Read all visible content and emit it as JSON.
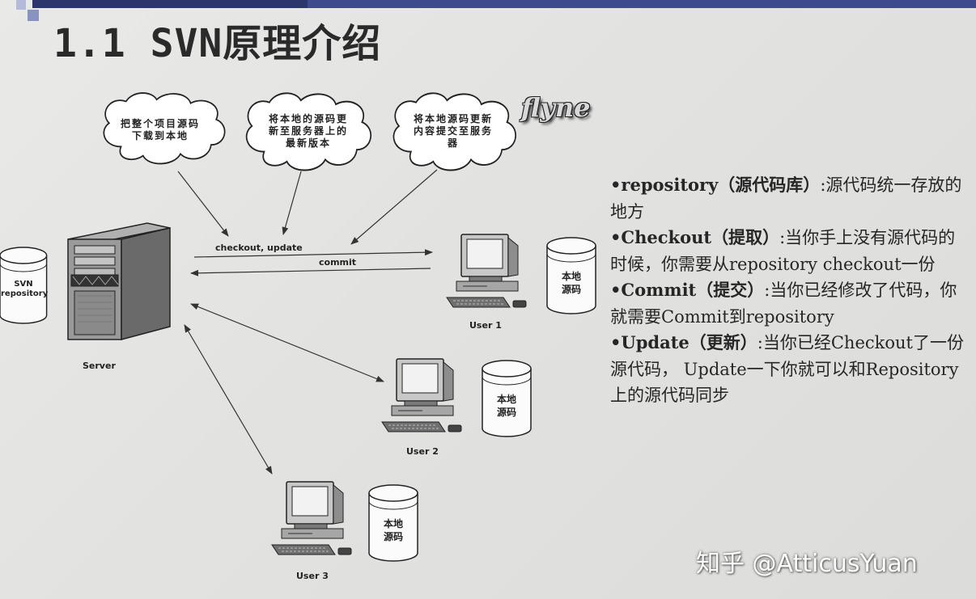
{
  "slide_title": "1.1 SVN原理介绍",
  "watermark_logo": "flyne",
  "diagram": {
    "clouds": [
      {
        "text": "把整个项目源码\n下载到本地"
      },
      {
        "text": "将本地的源码更\n新至服务器上的\n最新版本"
      },
      {
        "text": "将本地源码更新\n内容提交至服务\n器"
      }
    ],
    "arrow_labels": {
      "checkout_update": "checkout, update",
      "commit": "commit"
    },
    "server_label": "Server",
    "repository_label": "SVN\nrepository",
    "local_code_label": "本地\n源码",
    "users": [
      {
        "label": "User 1"
      },
      {
        "label": "User 2"
      },
      {
        "label": "User 3"
      }
    ]
  },
  "notes": [
    {
      "term": "•repository（源代码库）",
      "desc": ":源代码统一存放的地方"
    },
    {
      "term": "•Checkout（提取）",
      "desc": ":当你手上没有源代码的时候，你需要从repository checkout一份"
    },
    {
      "term": "•Commit（提交）",
      "desc": ":当你已经修改了代码，你就需要Commit到repository"
    },
    {
      "term": "•Update（更新）",
      "desc": ":当你已经Checkout了一份源代码， Update一下你就可以和Repository上的源代码同步"
    }
  ],
  "credit": "知乎 @AtticusYuan"
}
